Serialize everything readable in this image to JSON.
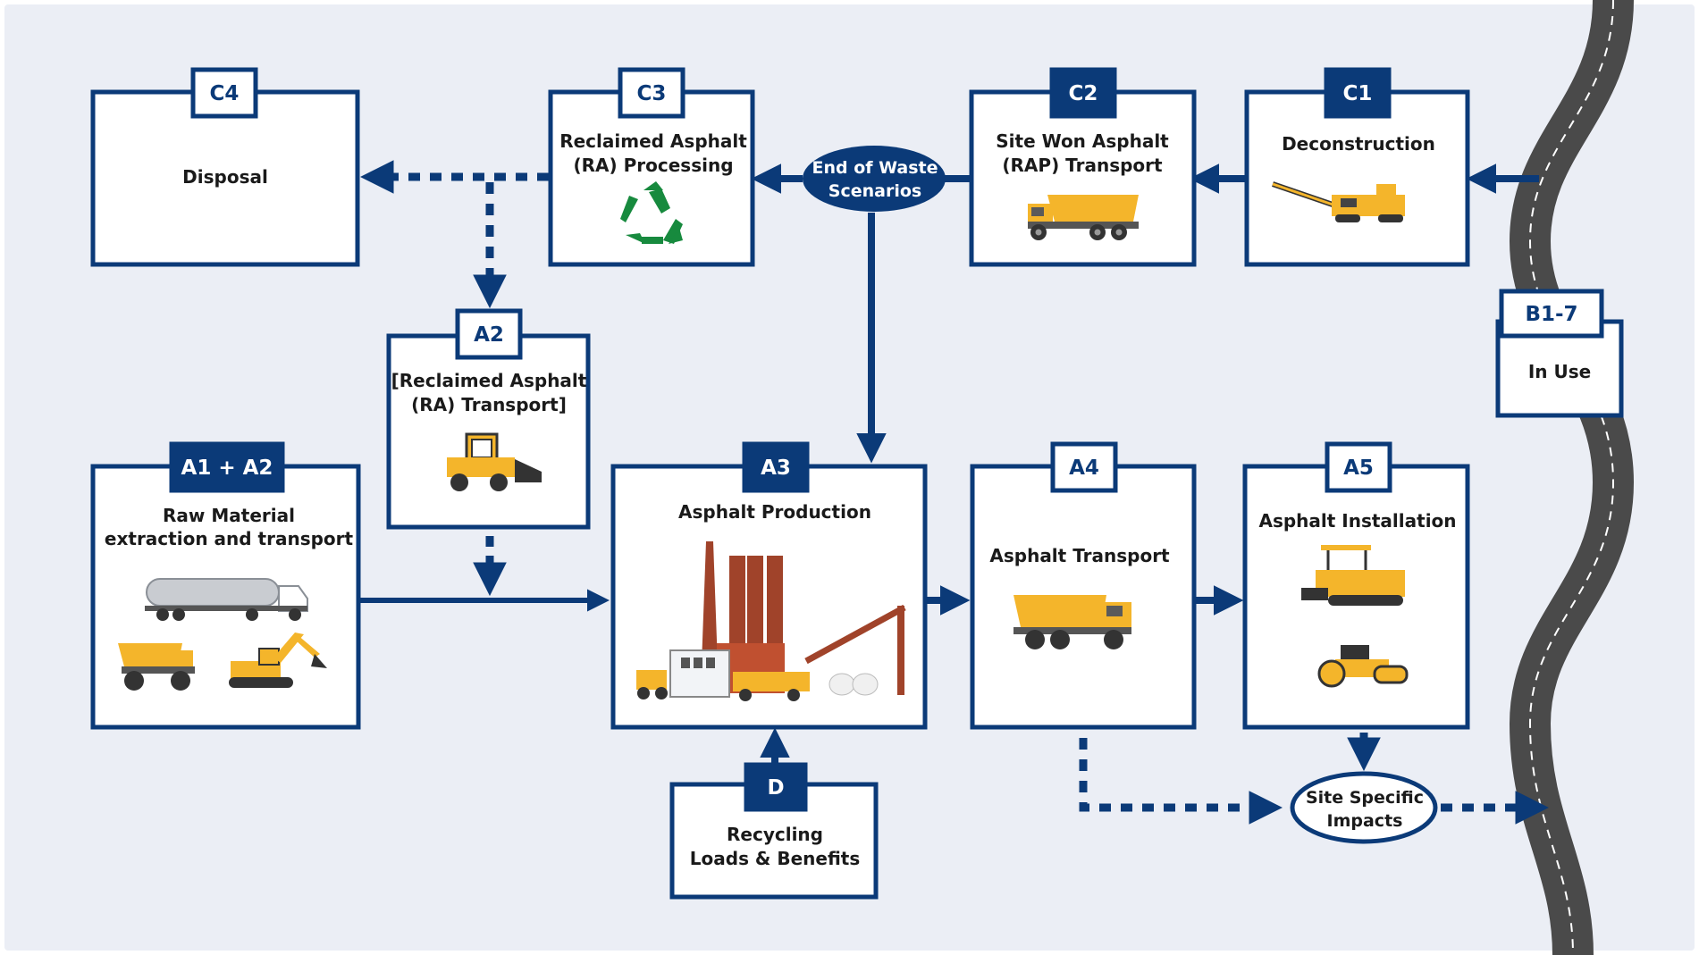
{
  "colors": {
    "navy": "#0b3a78",
    "background": "#ebeef5",
    "vehicle_yellow": "#f4b52b",
    "recycle_green": "#178a3e",
    "road": "#4a4a4a"
  },
  "stages": {
    "c4": {
      "code": "C4",
      "title_lines": [
        "Disposal"
      ]
    },
    "c3": {
      "code": "C3",
      "title_lines": [
        "Reclaimed Asphalt",
        "(RA) Processing"
      ],
      "icon": "recycle-icon"
    },
    "c2": {
      "code": "C2",
      "title_lines": [
        "Site Won Asphalt",
        "(RAP) Transport"
      ],
      "icon": "dump-truck-icon"
    },
    "c1": {
      "code": "C1",
      "title_lines": [
        "Deconstruction"
      ],
      "icon": "milling-machine-icon"
    },
    "b17": {
      "code": "B1-7",
      "title_lines": [
        "In Use"
      ]
    },
    "a2": {
      "code": "A2",
      "title_lines": [
        "[Reclaimed Asphalt",
        "(RA) Transport]"
      ],
      "icon": "skid-steer-loader-icon"
    },
    "a1a2": {
      "code": "A1 + A2",
      "title_lines": [
        "Raw Material",
        "extraction and transport"
      ],
      "icons": [
        "tanker-truck-icon",
        "mining-truck-icon",
        "excavator-icon"
      ]
    },
    "a3": {
      "code": "A3",
      "title_lines": [
        "Asphalt Production"
      ],
      "icon": "asphalt-plant-icon"
    },
    "a4": {
      "code": "A4",
      "title_lines": [
        "Asphalt Transport"
      ],
      "icon": "dump-truck-icon"
    },
    "a5": {
      "code": "A5",
      "title_lines": [
        "Asphalt Installation"
      ],
      "icons": [
        "paver-icon",
        "road-roller-icon"
      ]
    },
    "d": {
      "code": "D",
      "title_lines": [
        "Recycling",
        "Loads & Benefits"
      ]
    }
  },
  "ovals": {
    "end_of_waste": {
      "lines": [
        "End of Waste",
        "Scenarios"
      ]
    },
    "site_specific": {
      "lines": [
        "Site Specific",
        "Impacts"
      ]
    }
  }
}
